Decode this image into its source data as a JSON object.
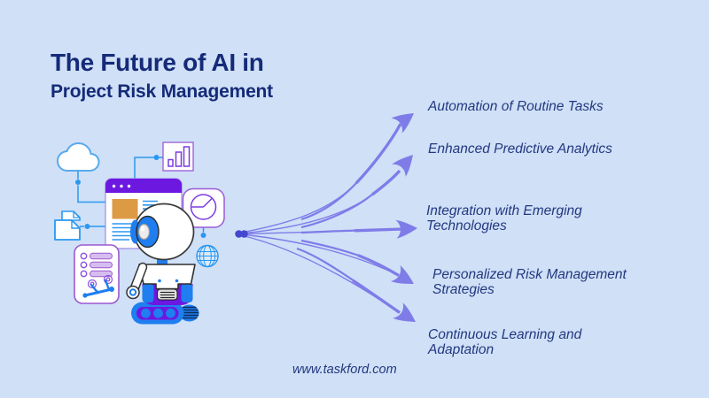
{
  "header": {
    "title_line1": "The Future of AI in",
    "title_line2": "Project Risk Management"
  },
  "branches": [
    {
      "label": "Automation of Routine Tasks"
    },
    {
      "label": "Enhanced Predictive Analytics"
    },
    {
      "label": "Integration with Emerging\nTechnologies"
    },
    {
      "label": "Personalized Risk Management\nStrategies"
    },
    {
      "label": "Continuous Learning and\nAdaptation"
    }
  ],
  "footer": {
    "website": "www.taskford.com"
  },
  "colors": {
    "background": "#cfe0f7",
    "title_text": "#152a78",
    "branch_text": "#23387f",
    "arrow": "#7f7ce8",
    "origin_dot": "#4448ce",
    "robot_blue": "#1f7ef0",
    "robot_purple": "#6d18e0",
    "icon_outline_purple": "#9b59d0",
    "icon_outline_blue": "#2b97ef",
    "accent_orange": "#dd9a45"
  },
  "illustration": {
    "icons": [
      "cloud-icon",
      "folder-icon",
      "browser-window-icon",
      "bar-chart-icon",
      "pie-chart-icon",
      "globe-icon",
      "checklist-icon",
      "robot-icon"
    ]
  }
}
